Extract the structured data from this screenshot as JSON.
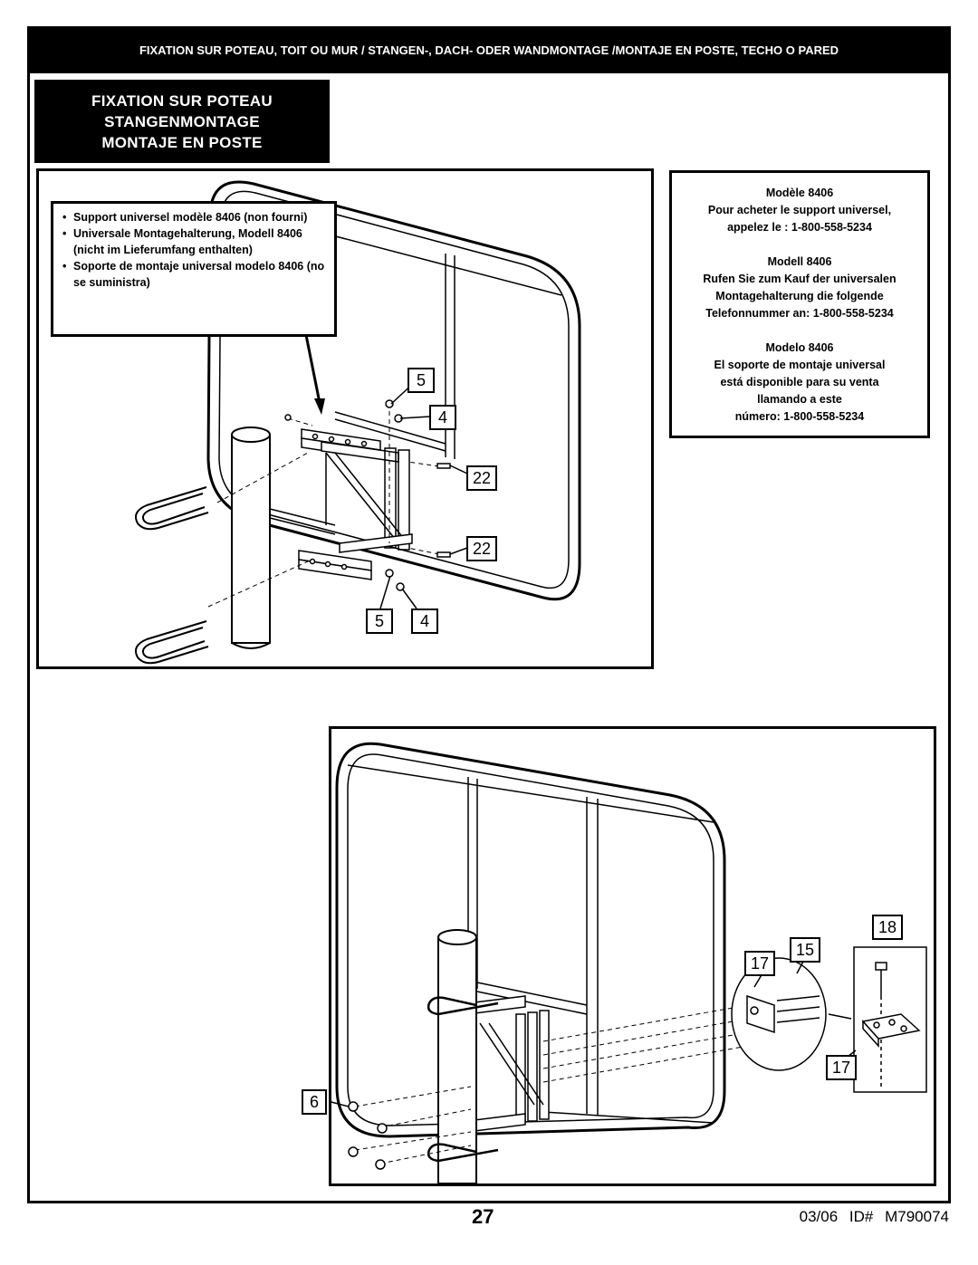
{
  "header": {
    "banner": "FIXATION SUR POTEAU, TOIT OU MUR / STANGEN-, DACH- ODER WANDMONTAGE /MONTAJE EN POSTE, TECHO O PARED"
  },
  "title": {
    "fr": "FIXATION SUR POTEAU",
    "de": "STANGENMONTAGE",
    "es": "MONTAJE EN POSTE"
  },
  "callout": {
    "items": [
      "Support universel modèle 8406 (non fourni)",
      "Universale Montagehalterung, Modell 8406 (nicht im Lieferumfang enthalten)",
      "Soporte de montaje universal modelo 8406 (no se suministra)"
    ]
  },
  "info": {
    "fr_title": "Modèle 8406",
    "fr_line1": "Pour acheter le support universel,",
    "fr_line2": "appelez le : 1-800-558-5234",
    "de_title": "Modell 8406",
    "de_line1": "Rufen Sie zum Kauf der universalen",
    "de_line2": "Montagehalterung die folgende",
    "de_line3": "Telefonnummer an: 1-800-558-5234",
    "es_title": "Modelo 8406",
    "es_line1": "El soporte de montaje universal",
    "es_line2": "está disponible para su venta",
    "es_line3": "llamando a este",
    "es_line4": "número: 1-800-558-5234"
  },
  "part_labels_top": {
    "p5a": "5",
    "p4a": "4",
    "p22a": "22",
    "p22b": "22",
    "p5b": "5",
    "p4b": "4"
  },
  "part_labels_bottom": {
    "p18": "18",
    "p15": "15",
    "p17a": "17",
    "p17b": "17",
    "p6": "6"
  },
  "footer": {
    "page": "27",
    "date": "03/06",
    "id_label": "ID#",
    "doc_id": "M790074"
  }
}
